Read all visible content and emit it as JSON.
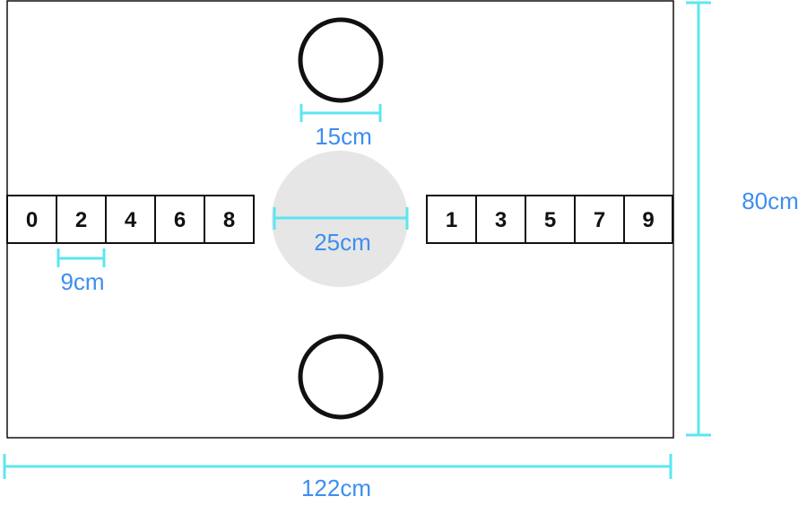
{
  "board": {
    "left_digits": [
      "0",
      "2",
      "4",
      "6",
      "8"
    ],
    "right_digits": [
      "1",
      "3",
      "5",
      "7",
      "9"
    ]
  },
  "dimensions": {
    "width": "122cm",
    "height": "80cm",
    "cell_width": "9cm",
    "hole_diameter": "15cm",
    "center_diameter": "25cm"
  },
  "colors": {
    "outline": "#111111",
    "dimension_line": "#5ce6f0",
    "dimension_text": "#3d8ef0",
    "center_disc": "#e6e6e6"
  }
}
